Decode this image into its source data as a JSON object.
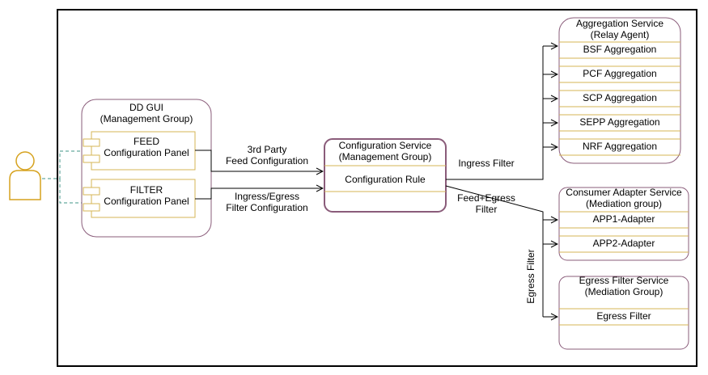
{
  "user": {
    "icon": "user-icon"
  },
  "dd_gui": {
    "title_line1": "DD GUI",
    "title_line2": "(Management Group)",
    "feed_panel_line1": "FEED",
    "feed_panel_line2": "Configuration Panel",
    "filter_panel_line1": "FILTER",
    "filter_panel_line2": "Configuration Panel"
  },
  "config_service": {
    "title_line1": "Configuration Service",
    "title_line2": "(Management Group)",
    "rule": "Configuration Rule"
  },
  "edges": {
    "feed_config_line1": "3rd Party",
    "feed_config_line2": "Feed Configuration",
    "filter_config_line1": "Ingress/Egress",
    "filter_config_line2": "Filter Configuration",
    "ingress_filter": "Ingress Filter",
    "feed_egress_line1": "Feed+Egress",
    "feed_egress_line2": "Filter",
    "egress_filter": "Egress Filter"
  },
  "aggregation_service": {
    "title_line1": "Aggregation Service",
    "title_line2": "(Relay Agent)",
    "items": [
      "BSF Aggregation",
      "PCF Aggregation",
      "SCP Aggregation",
      "SEPP Aggregation",
      "NRF Aggregation"
    ]
  },
  "consumer_adapter_service": {
    "title_line1": "Consumer Adapter Service",
    "title_line2": "(Mediation group)",
    "items": [
      "APP1-Adapter",
      "APP2-Adapter"
    ]
  },
  "egress_filter_service": {
    "title_line1": "Egress Filter Service",
    "title_line2": "(Mediation Group)",
    "items": [
      "Egress Filter"
    ]
  },
  "colors": {
    "container_border": "#000000",
    "group_border": "#8a5c7a",
    "panel_border": "#d6b656",
    "user_stroke": "#d6a21e",
    "dashed_link": "#67ab9f"
  }
}
